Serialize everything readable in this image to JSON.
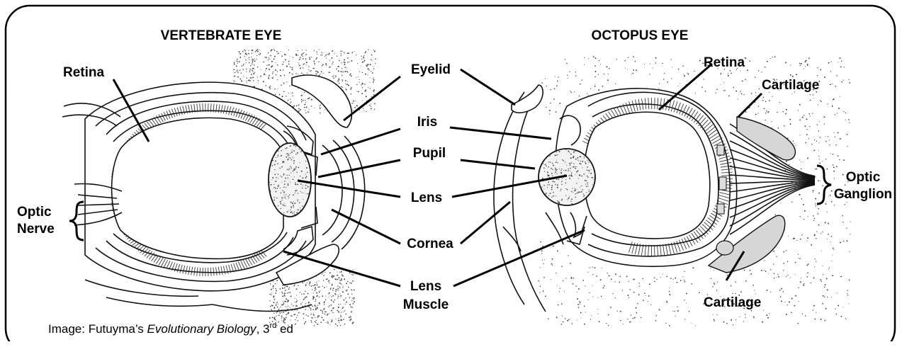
{
  "titles": {
    "vertebrate": "VERTEBRATE EYE",
    "octopus": "OCTOPUS EYE"
  },
  "labels": {
    "retina_left": "Retina",
    "optic_nerve_1": "Optic",
    "optic_nerve_2": "Nerve",
    "eyelid": "Eyelid",
    "iris": "Iris",
    "pupil": "Pupil",
    "lens": "Lens",
    "cornea": "Cornea",
    "lens_muscle_1": "Lens",
    "lens_muscle_2": "Muscle",
    "retina_right": "Retina",
    "cartilage_top": "Cartilage",
    "optic_ganglion_1": "Optic",
    "optic_ganglion_2": "Ganglion",
    "cartilage_bottom": "Cartilage"
  },
  "caption": {
    "prefix": "Image: Futuyma’s ",
    "book": "Evolutionary Biology",
    "edition_num": ", 3",
    "edition_sup": "rd",
    "edition_suffix": " ed"
  }
}
